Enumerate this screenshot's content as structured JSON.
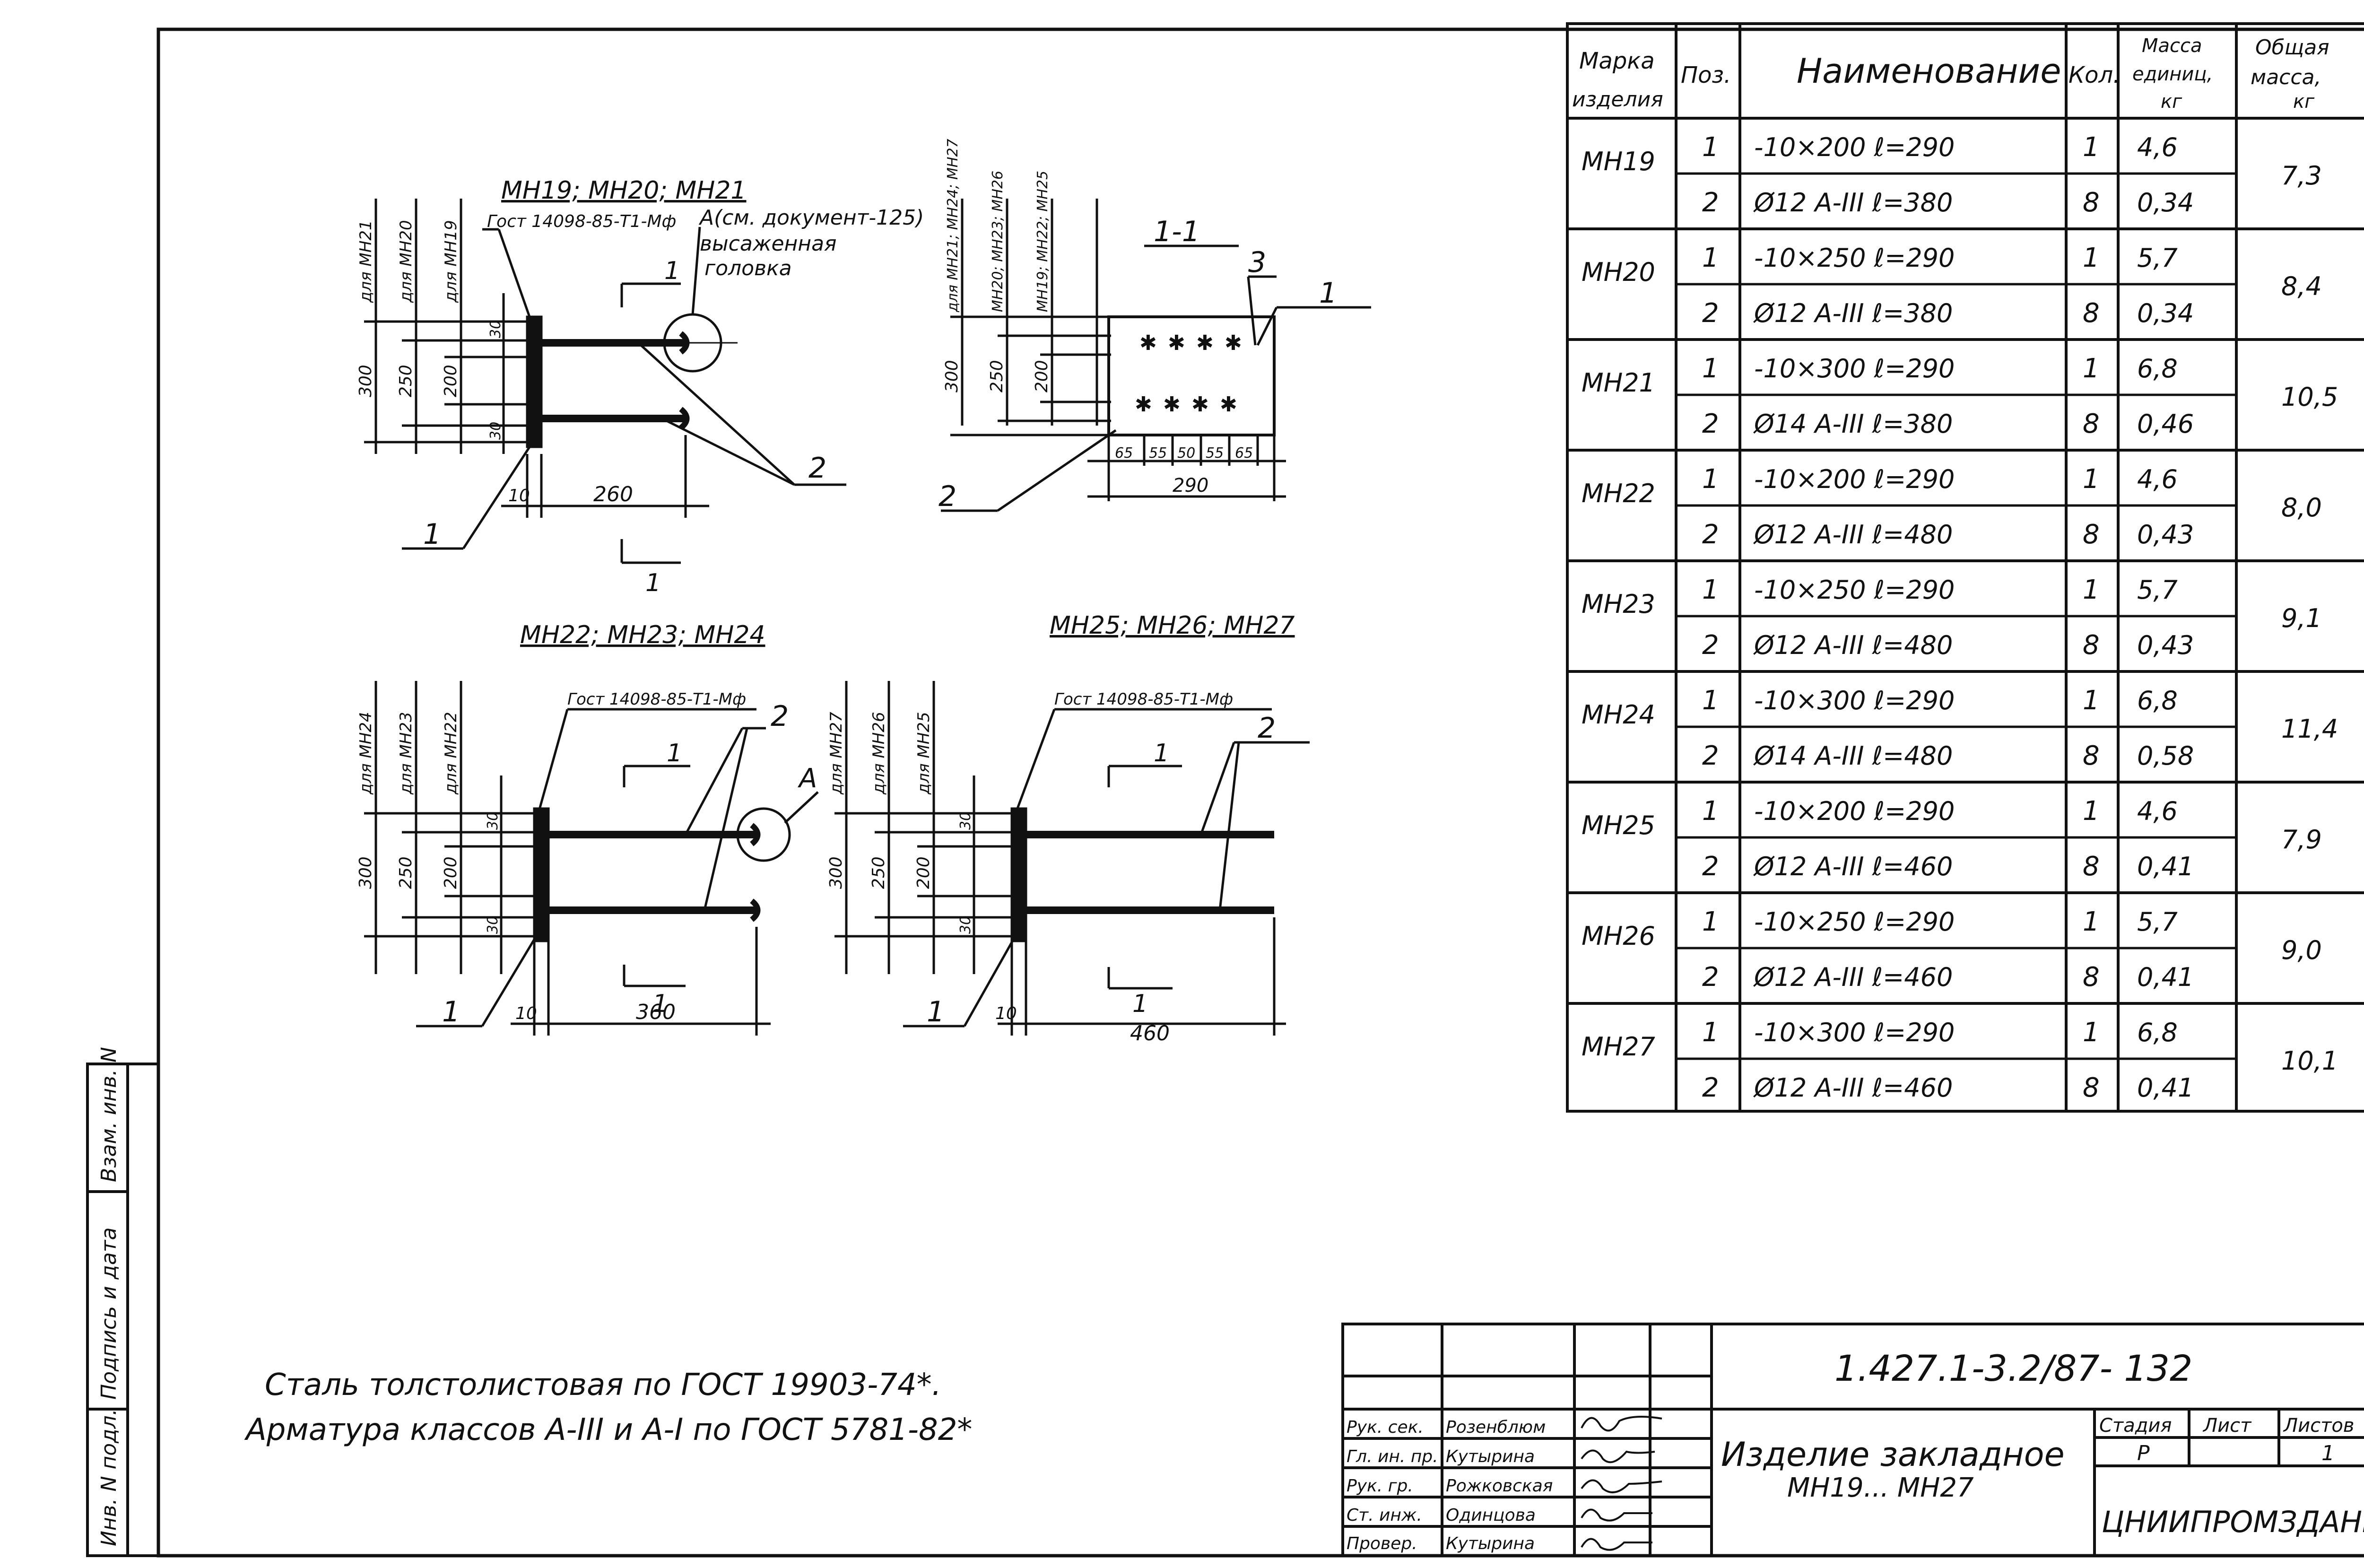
{
  "drawing": {
    "view_top_title": "МН19; МН20; МН21",
    "view_mid_title": "МН22; МН23; МН24",
    "view_right_title": "МН25; МН26; МН27",
    "section_title": "1-1",
    "gost_label": "Гост 14098-85-Т1-Мф",
    "note_a": "A(см. документ-125)",
    "note_head_1": "высаженная",
    "note_head_2": "головка",
    "for_mn19": "для МН19",
    "for_mn20": "для МН20",
    "for_mn21": "для МН21",
    "for_mn22": "для МН22",
    "for_mn23": "для МН23",
    "for_mn24": "для МН24",
    "for_mn25": "для МН25",
    "for_mn26": "для МН26",
    "for_mn27": "для МН27",
    "sec_mn21_24_27": "для МН21; МН24; МН27",
    "sec_mn20_23_26": "МН20; МН23; МН26",
    "sec_mn19_22_25": "МН19; МН22; МН25",
    "pos1": "1",
    "pos2": "2",
    "pos3": "3",
    "section_mark": "1",
    "letter_a": "А",
    "dim_300": "300",
    "dim_250": "250",
    "dim_200": "200",
    "dim_30": "30",
    "dim_10": "10",
    "dim_260": "260",
    "dim_360": "360",
    "dim_460": "460",
    "dim_290": "290",
    "dim_65": "65",
    "dim_55": "55",
    "dim_50": "50",
    "note_steel": "Сталь толстолистовая по ГОСТ 19903-74*.",
    "note_rebar": "Арматура классов А-III и А-I по ГОСТ 5781-82*"
  },
  "spec_table": {
    "headers": {
      "mark": [
        "Марка",
        "изделия"
      ],
      "pos": "Поз.",
      "name": "Наименование",
      "qty": "Кол.",
      "unit_mass": [
        "Масса",
        "единиц,",
        "кг"
      ],
      "total_mass": [
        "Общая",
        "масса,",
        "кг"
      ]
    },
    "groups": [
      {
        "mark": "МН19",
        "total": "7,3",
        "rows": [
          {
            "pos": "1",
            "name": "-10×200 ℓ=290",
            "qty": "1",
            "mass": "4,6"
          },
          {
            "pos": "2",
            "name": "Ø12 A-III ℓ=380",
            "qty": "8",
            "mass": "0,34"
          }
        ]
      },
      {
        "mark": "МН20",
        "total": "8,4",
        "rows": [
          {
            "pos": "1",
            "name": "-10×250 ℓ=290",
            "qty": "1",
            "mass": "5,7"
          },
          {
            "pos": "2",
            "name": "Ø12 A-III ℓ=380",
            "qty": "8",
            "mass": "0,34"
          }
        ]
      },
      {
        "mark": "МН21",
        "total": "10,5",
        "rows": [
          {
            "pos": "1",
            "name": "-10×300 ℓ=290",
            "qty": "1",
            "mass": "6,8"
          },
          {
            "pos": "2",
            "name": "Ø14 A-III ℓ=380",
            "qty": "8",
            "mass": "0,46"
          }
        ]
      },
      {
        "mark": "МН22",
        "total": "8,0",
        "rows": [
          {
            "pos": "1",
            "name": "-10×200 ℓ=290",
            "qty": "1",
            "mass": "4,6"
          },
          {
            "pos": "2",
            "name": "Ø12 A-III ℓ=480",
            "qty": "8",
            "mass": "0,43"
          }
        ]
      },
      {
        "mark": "МН23",
        "total": "9,1",
        "rows": [
          {
            "pos": "1",
            "name": "-10×250 ℓ=290",
            "qty": "1",
            "mass": "5,7"
          },
          {
            "pos": "2",
            "name": "Ø12 A-III ℓ=480",
            "qty": "8",
            "mass": "0,43"
          }
        ]
      },
      {
        "mark": "МН24",
        "total": "11,4",
        "rows": [
          {
            "pos": "1",
            "name": "-10×300 ℓ=290",
            "qty": "1",
            "mass": "6,8"
          },
          {
            "pos": "2",
            "name": "Ø14 A-III ℓ=480",
            "qty": "8",
            "mass": "0,58"
          }
        ]
      },
      {
        "mark": "МН25",
        "total": "7,9",
        "rows": [
          {
            "pos": "1",
            "name": "-10×200 ℓ=290",
            "qty": "1",
            "mass": "4,6"
          },
          {
            "pos": "2",
            "name": "Ø12 A-III ℓ=460",
            "qty": "8",
            "mass": "0,41"
          }
        ]
      },
      {
        "mark": "МН26",
        "total": "9,0",
        "rows": [
          {
            "pos": "1",
            "name": "-10×250 ℓ=290",
            "qty": "1",
            "mass": "5,7"
          },
          {
            "pos": "2",
            "name": "Ø12 A-III ℓ=460",
            "qty": "8",
            "mass": "0,41"
          }
        ]
      },
      {
        "mark": "МН27",
        "total": "10,1",
        "rows": [
          {
            "pos": "1",
            "name": "-10×300 ℓ=290",
            "qty": "1",
            "mass": "6,8"
          },
          {
            "pos": "2",
            "name": "Ø12 A-III ℓ=460",
            "qty": "8",
            "mass": "0,41"
          }
        ]
      }
    ]
  },
  "title_block": {
    "code": "1.427.1-3.2/87- 132",
    "title_line1": "Изделие закладное",
    "title_line2": "МН19... МН27",
    "stage_label": "Стадия",
    "sheet_label": "Лист",
    "sheets_label": "Листов",
    "stage_value": "Р",
    "sheets_value": "1",
    "org": "ЦНИИПРОМЗДАНИЙ",
    "roles": [
      {
        "role": "Рук. сек.",
        "name": "Розенблюм"
      },
      {
        "role": "Гл. ин. пр.",
        "name": "Кутырина"
      },
      {
        "role": "Рук. гр.",
        "name": "Рожковская"
      },
      {
        "role": "Ст. инж.",
        "name": "Одинцова"
      },
      {
        "role": "Провер.",
        "name": "Кутырина"
      }
    ]
  },
  "side_stamp": {
    "inv_orig": "Инв. N подл.",
    "sign_date": "Подпись и дата",
    "replace_inv": "Взам. инв. N"
  }
}
